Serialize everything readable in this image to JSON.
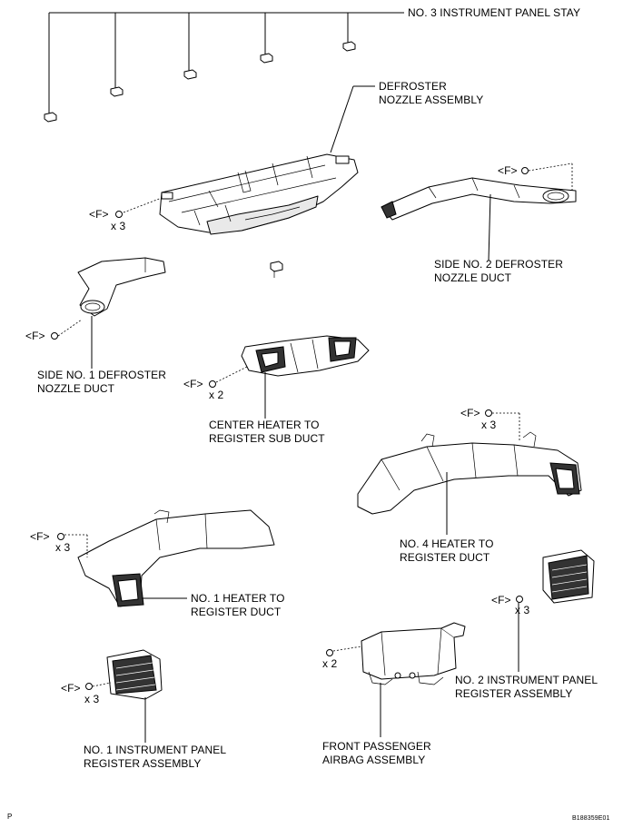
{
  "labels": {
    "stay": "NO. 3 INSTRUMENT PANEL STAY",
    "defroster_nozzle": [
      "DEFROSTER",
      "NOZZLE ASSEMBLY"
    ],
    "side2_duct": [
      "SIDE NO. 2 DEFROSTER",
      "NOZZLE DUCT"
    ],
    "side1_duct": [
      "SIDE NO. 1 DEFROSTER",
      "NOZZLE DUCT"
    ],
    "center_sub_duct": [
      "CENTER HEATER TO",
      "REGISTER SUB DUCT"
    ],
    "no4_duct": [
      "NO. 4 HEATER TO",
      "REGISTER DUCT"
    ],
    "no1_duct": [
      "NO. 1 HEATER TO",
      "REGISTER DUCT"
    ],
    "no2_register": [
      "NO. 2 INSTRUMENT PANEL",
      "REGISTER ASSEMBLY"
    ],
    "no1_register": [
      "NO. 1 INSTRUMENT PANEL",
      "REGISTER ASSEMBLY"
    ],
    "airbag": [
      "FRONT PASSENGER",
      "AIRBAG ASSEMBLY"
    ]
  },
  "fasteners": {
    "f_tag": "<F>",
    "x3": "x 3",
    "x2": "x 2"
  },
  "corner": {
    "left": "P",
    "code": "B188359E01"
  }
}
